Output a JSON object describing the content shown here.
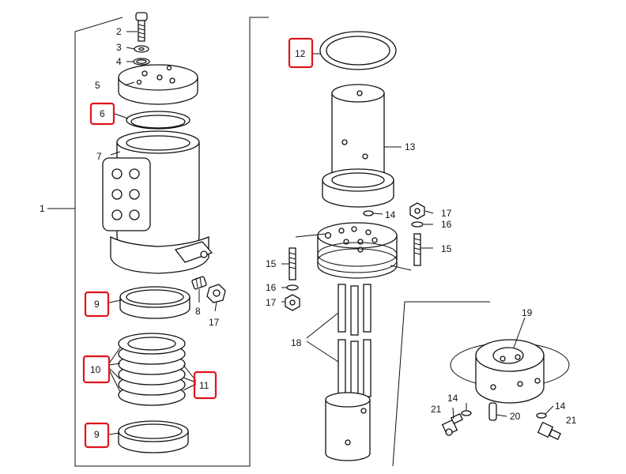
{
  "labels": {
    "l1": "1",
    "l2": "2",
    "l3": "3",
    "l4": "4",
    "l5": "5",
    "l6": "6",
    "l7": "7",
    "l8": "8",
    "l9a": "9",
    "l9b": "9",
    "l10": "10",
    "l11": "11",
    "l12": "12",
    "l13": "13",
    "l14a": "14",
    "l14b": "14",
    "l14c": "14",
    "l15a": "15",
    "l15b": "15",
    "l16a": "16",
    "l16b": "16",
    "l17a": "17",
    "l17b": "17",
    "l17c": "17",
    "l18": "18",
    "l19": "19",
    "l20": "20",
    "l21a": "21",
    "l21b": "21"
  },
  "colors": {
    "highlight": "#e0141c",
    "line": "#111111",
    "background": "#ffffff"
  }
}
